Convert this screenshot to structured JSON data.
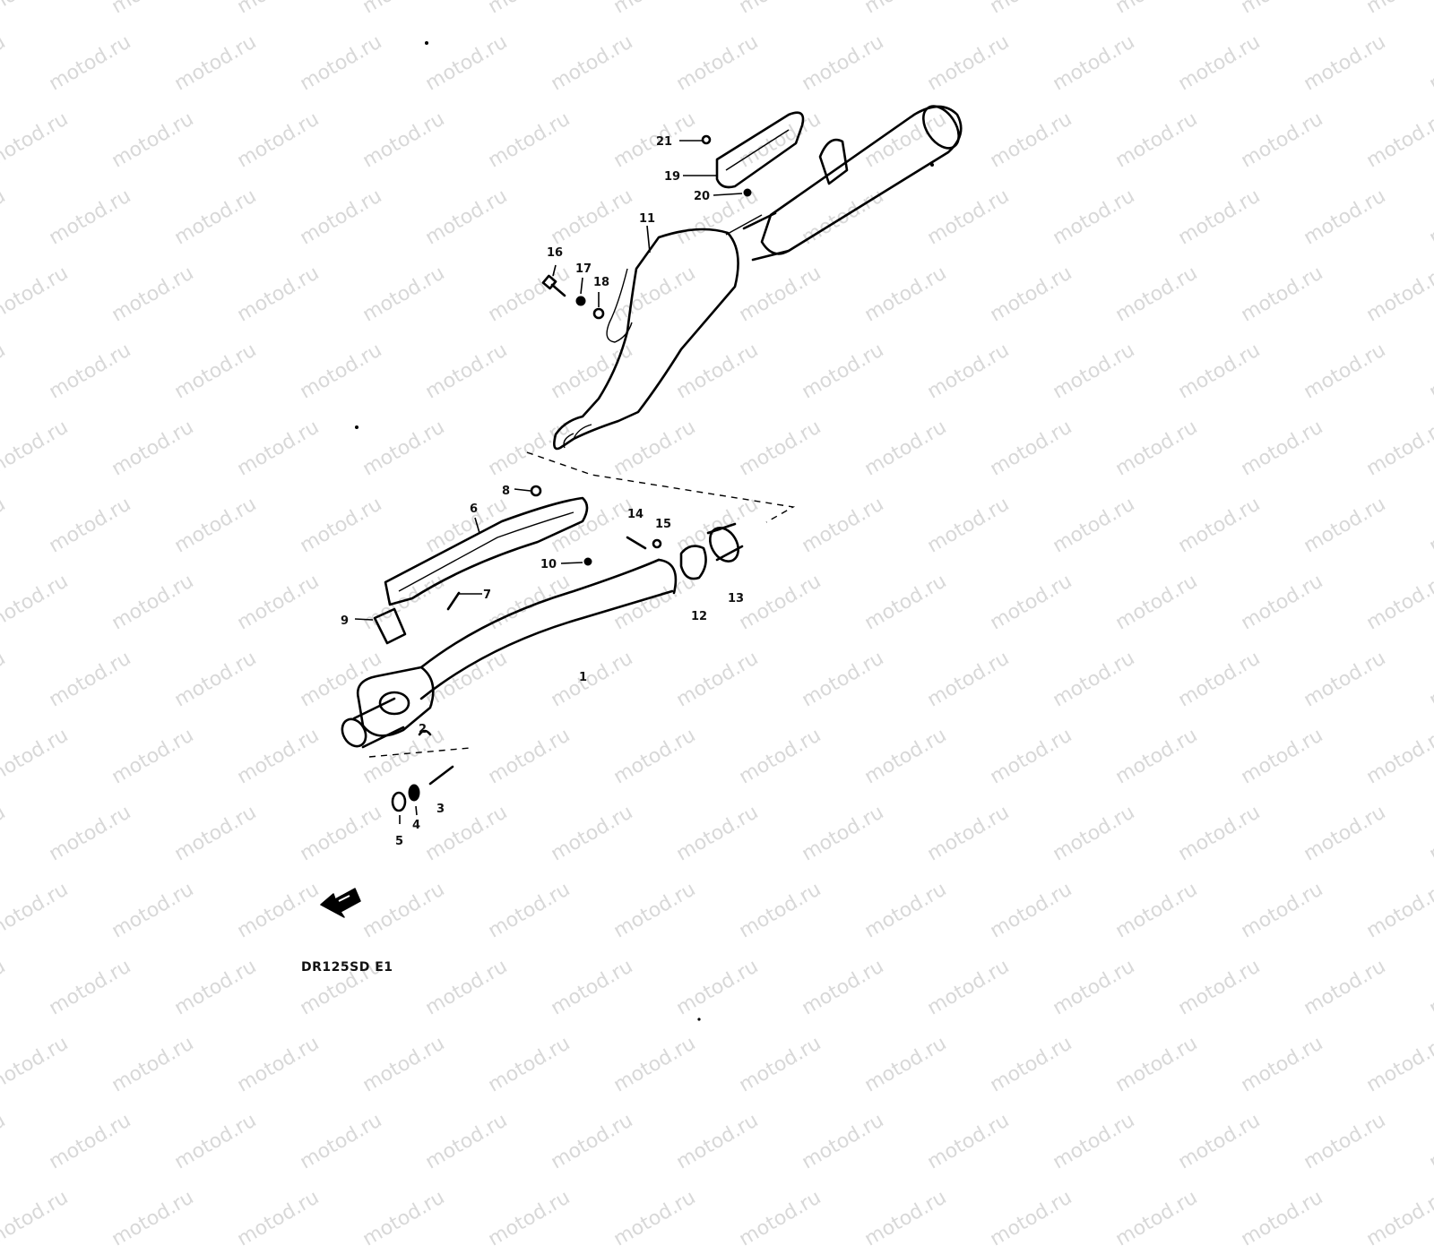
{
  "watermark": "motod.ru",
  "model_code": "DR125SD E1",
  "callouts": {
    "c1": "1",
    "c2": "2",
    "c3": "3",
    "c4": "4",
    "c5": "5",
    "c6": "6",
    "c7": "7",
    "c8": "8",
    "c9": "9",
    "c10": "10",
    "c11": "11",
    "c12": "12",
    "c13": "13",
    "c14": "14",
    "c15": "15",
    "c16": "16",
    "c17": "17",
    "c18": "18",
    "c19": "19",
    "c20": "20",
    "c21": "21"
  },
  "icons": {
    "front_arrow": "direction-arrow-icon"
  }
}
